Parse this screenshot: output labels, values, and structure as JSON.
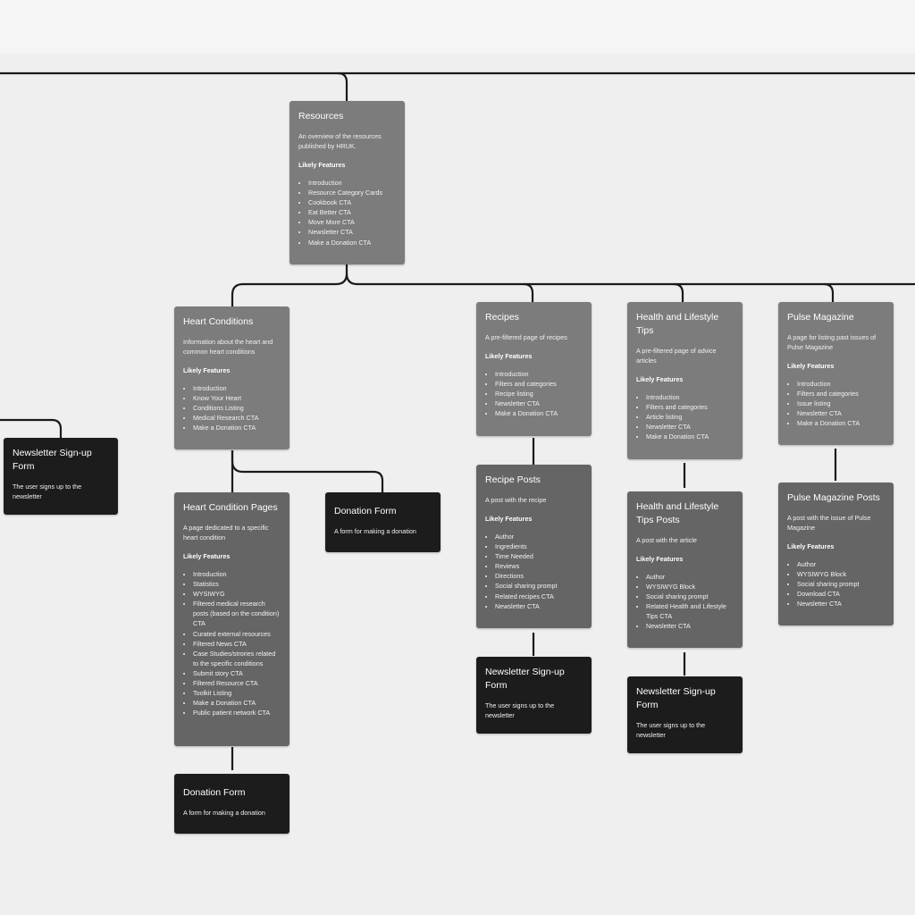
{
  "likely_features_label": "Likely Features",
  "cards": {
    "resources": {
      "title": "Resources",
      "description": "An overview of the resources published by HRUK.",
      "features": [
        "Introduction",
        "Resource Category Cards",
        "Cookbook CTA",
        "Eat Better CTA",
        "Move More CTA",
        "Newsletter CTA",
        "Make a Donation CTA"
      ]
    },
    "heart_conditions": {
      "title": "Heart Conditions",
      "description": "Information about the heart and common heart conditions",
      "features": [
        "Introduction",
        "Know Your Heart",
        "Conditions Listing",
        "Medical Research CTA",
        "Make a Donation CTA"
      ]
    },
    "newsletter_left": {
      "title": "Newsletter Sign-up Form",
      "description": "The user signs up to the newsletter"
    },
    "heart_condition_pages": {
      "title": "Heart Condition Pages",
      "description": "A page dedicated to a specific heart condition",
      "features": [
        "Introduction",
        "Statistics",
        "WYSIWYG",
        "Filtered medical research posts (based on the condition) CTA",
        "Curated external resources",
        "Filtered News CTA",
        "Case Studies/strories related to the specific conditions",
        "Submit story CTA",
        "Filtered Resource CTA",
        "Toolkit Listing",
        "Make a Donation CTA",
        "Public patient network CTA"
      ]
    },
    "donation_form_right": {
      "title": "Donation Form",
      "description": "A form for making a donation"
    },
    "donation_form_bottom": {
      "title": "Donation Form",
      "description": "A form for making a donation"
    },
    "recipes": {
      "title": "Recipes",
      "description": "A pre-filtered page of recipes",
      "features": [
        "Introduction",
        "Filters and categories",
        "Recipe listing",
        "Newsletter CTA",
        "Make a Donation CTA"
      ]
    },
    "recipe_posts": {
      "title": "Recipe Posts",
      "description": "A post with the recipe",
      "features": [
        "Author",
        "Ingredients",
        "Time Needed",
        "Reviews",
        "Directions",
        "Social sharing prompt",
        "Related recipes CTA",
        "Newsletter CTA"
      ]
    },
    "newsletter_recipes": {
      "title": "Newsletter Sign-up Form",
      "description": "The user signs up to the newsletter"
    },
    "health_tips": {
      "title": "Health and Lifestyle Tips",
      "description": "A pre-filtered page of advice articles",
      "features": [
        "Introduction",
        "Filters and categories",
        "Article listing",
        "Newsletter CTA",
        "Make a Donation CTA"
      ]
    },
    "health_tips_posts": {
      "title": "Health and Lifestyle Tips Posts",
      "description": "A post with the article",
      "features": [
        "Author",
        "WYSIWYG Block",
        "Social sharing prompt",
        "Related Health and Lifestyle Tips CTA",
        "Newsletter CTA"
      ]
    },
    "newsletter_health": {
      "title": "Newsletter Sign-up Form",
      "description": "The user signs up to the newsletter"
    },
    "pulse_magazine": {
      "title": "Pulse Magazine",
      "description": "A page for listing past issues of Pulse Magazine",
      "features": [
        "Introduction",
        "Filters and categories",
        "Issue listing",
        "Newsletter CTA",
        "Make a Donation CTA"
      ]
    },
    "pulse_posts": {
      "title": "Pulse Magazine Posts",
      "description": "A post with the issue of Pulse Magazine",
      "features": [
        "Author",
        "WYSIWYG Block",
        "Social sharing prompt",
        "Download CTA",
        "Newsletter CTA"
      ]
    }
  }
}
